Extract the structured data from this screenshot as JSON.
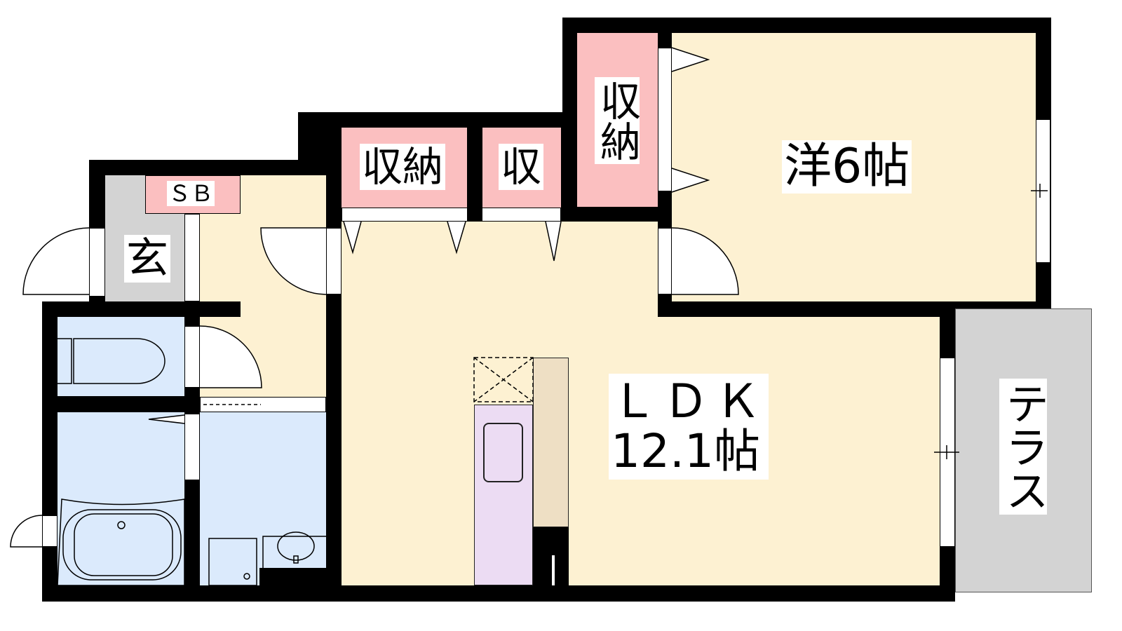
{
  "rooms": {
    "western": {
      "label": "洋6帖"
    },
    "ldk": {
      "label_line1": "ＬＤＫ",
      "label_line2": "12.1帖"
    },
    "storage_main": {
      "label": "収納"
    },
    "storage_small": {
      "label": "収"
    },
    "storage_bedroom": {
      "label": "収納"
    },
    "entrance": {
      "label": "玄"
    },
    "shoe_box": {
      "label": "ＳＢ"
    },
    "terrace": {
      "label": "テラス"
    }
  },
  "colors": {
    "living": "#fdf1d2",
    "storage": "#fbbfc0",
    "wet": "#dbeafc",
    "entrance": "#d3d3d3",
    "kitchen": "#ecdcf3",
    "counter": "#eedfc4"
  }
}
